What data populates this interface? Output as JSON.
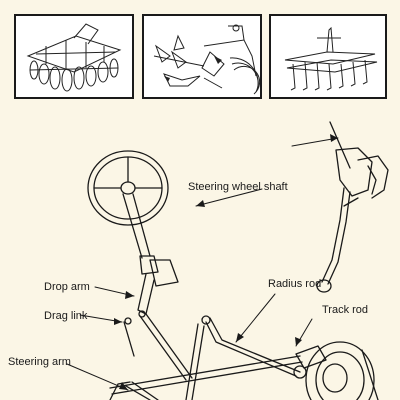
{
  "labels": {
    "steering_wheel_shaft": "Steering wheel shaft",
    "radius_rod": "Radius rod",
    "drop_arm": "Drop arm",
    "track_rod": "Track rod",
    "drag_link": "Drag link",
    "steering_arm": "Steering arm"
  },
  "colors": {
    "background": "#fbf6e6",
    "ink": "#1a1a1a",
    "panel_fill": "#ffffff"
  },
  "thumbnails": [
    {
      "icon": "disc-harrow-icon"
    },
    {
      "icon": "tractor-plough-icon"
    },
    {
      "icon": "cultivator-icon"
    }
  ]
}
